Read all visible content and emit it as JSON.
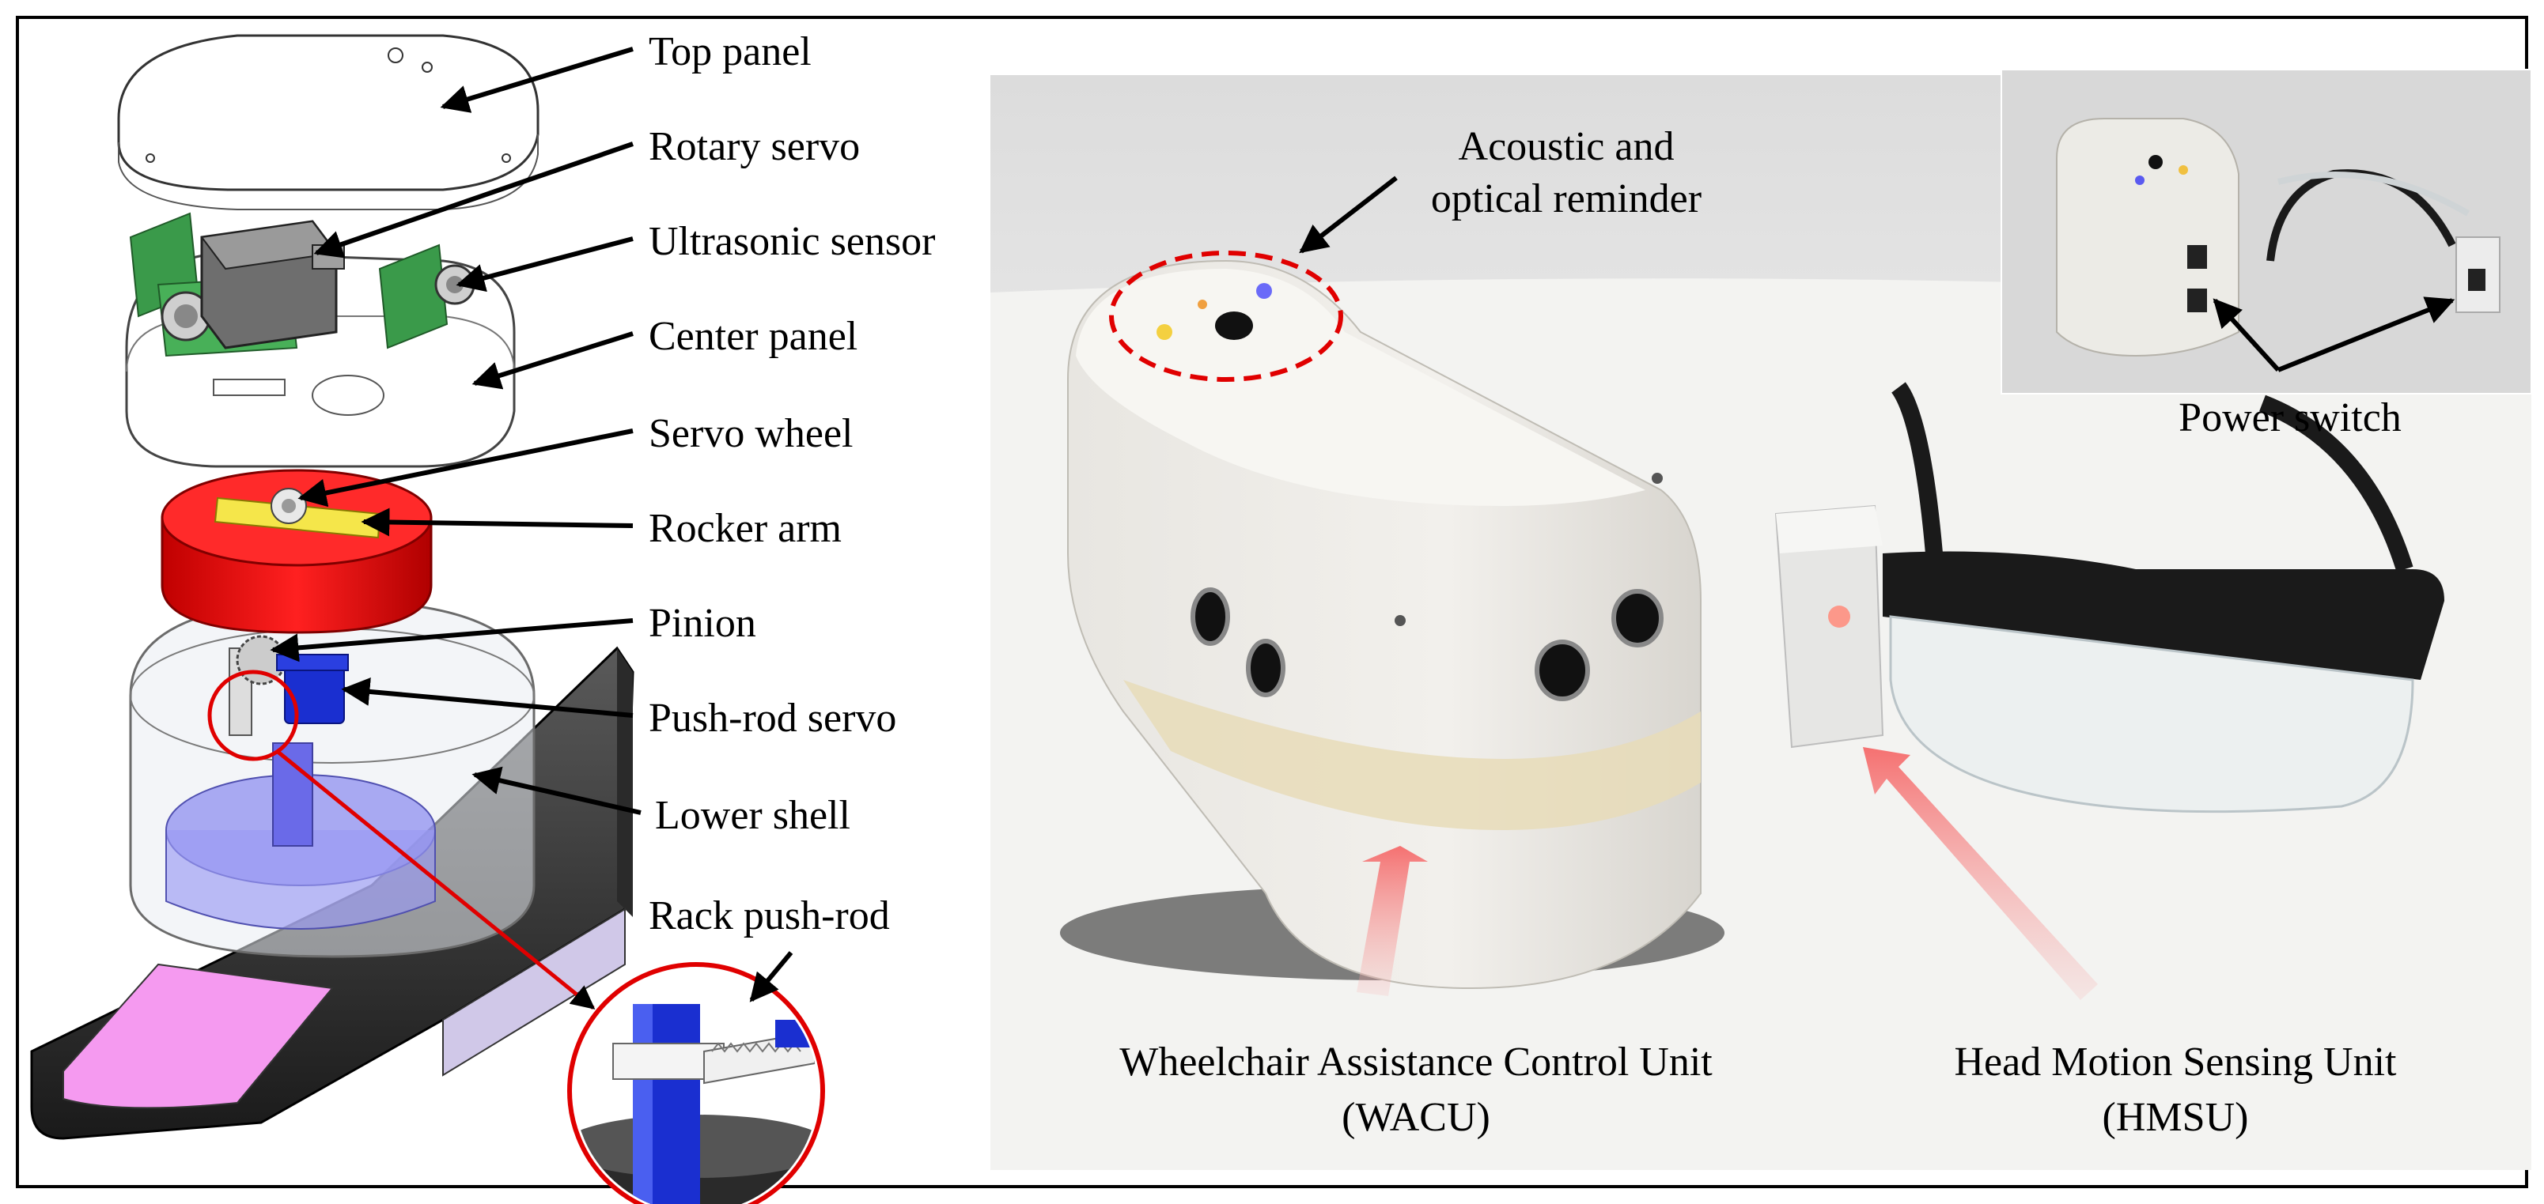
{
  "left_panel": {
    "labels": [
      {
        "id": "top-panel",
        "text": "Top panel"
      },
      {
        "id": "rotary-servo",
        "text": "Rotary servo"
      },
      {
        "id": "ultrasonic-sensor",
        "text": "Ultrasonic sensor"
      },
      {
        "id": "center-panel",
        "text": "Center panel"
      },
      {
        "id": "servo-wheel",
        "text": "Servo wheel"
      },
      {
        "id": "rocker-arm",
        "text": "Rocker arm"
      },
      {
        "id": "pinion",
        "text": "Pinion"
      },
      {
        "id": "push-rod-servo",
        "text": "Push-rod servo"
      },
      {
        "id": "lower-shell",
        "text": "Lower shell"
      },
      {
        "id": "rack-push-rod",
        "text": "Rack push-rod"
      }
    ]
  },
  "right_panel": {
    "acoustic_line1": "Acoustic and",
    "acoustic_line2": "optical reminder",
    "power_switch": "Power switch",
    "wacu_line1": "Wheelchair Assistance Control Unit",
    "wacu_line2": "(WACU)",
    "hmsu_line1": "Head Motion Sensing Unit",
    "hmsu_line2": "(HMSU)"
  },
  "colors": {
    "rocker_red": "#e01010",
    "servo_blue": "#1a2fd0",
    "push_rod_lavender": "#8f8ff0",
    "highlight_pink": "#f59af0",
    "callout_red": "#e00000",
    "arrow_pink": "#f8a0a0",
    "pcb_green": "#3a9a4a"
  }
}
